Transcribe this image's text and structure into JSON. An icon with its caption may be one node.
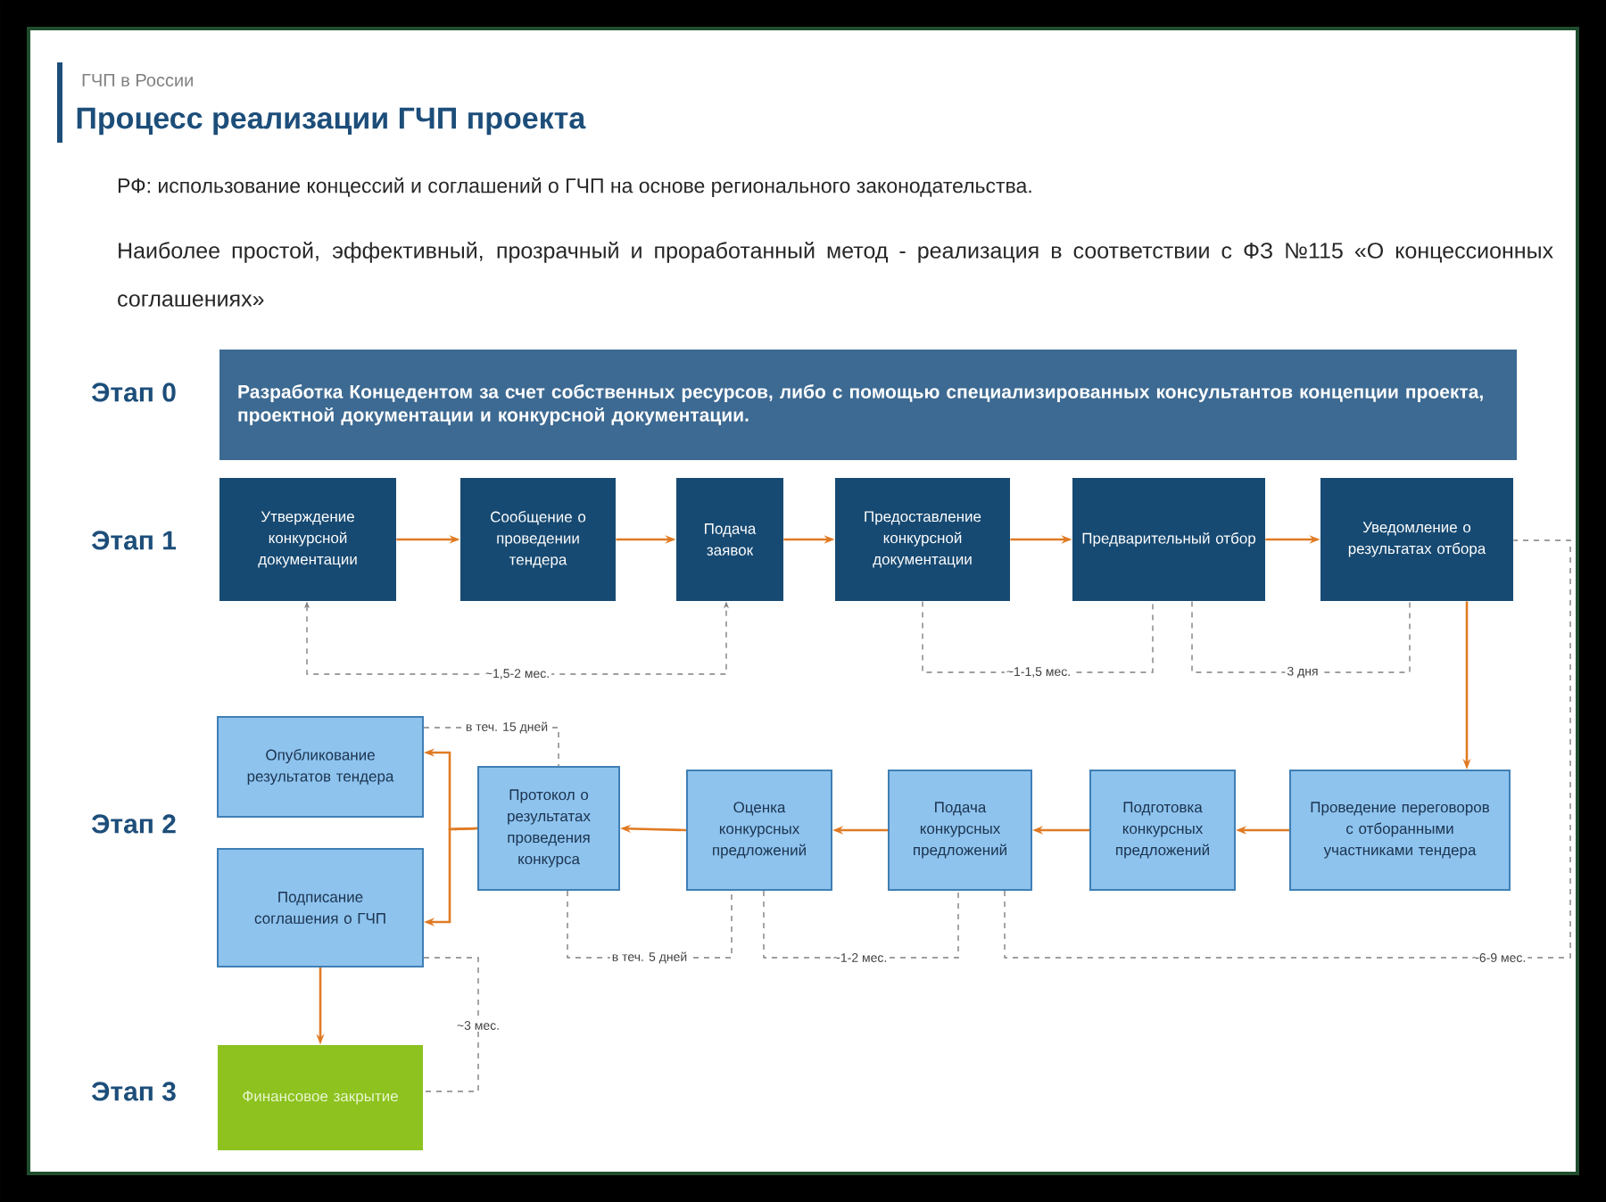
{
  "diagram": {
    "title": "Процесс реализации ГЧП проекта",
    "nodes": [
      {
        "text": [
          "Разработка Концедентом за счет собственных ресурсов, либо с помощью специализированных консультантов концепции проекта, проектной документации и конкурсной документации."
        ]
      },
      {
        "text": [
          "Утверждение конкурсной документации"
        ]
      },
      {
        "text": [
          "Сообщение о проведении тендера"
        ]
      },
      {
        "text": [
          "Подача заявок"
        ]
      },
      {
        "text": [
          "Предоставление конкурсной документации"
        ]
      },
      {
        "text": [
          "Предварительный отбор"
        ]
      },
      {
        "text": [
          "Уведомление о результатах отбора"
        ]
      },
      {
        "text": [
          "Опубликование результатов тендера"
        ]
      },
      {
        "text": [
          "Протокол о результатах проведения конкурса"
        ]
      },
      {
        "text": [
          "Оценка конкурсных предложений"
        ]
      },
      {
        "text": [
          "Подача конкурсных предложений"
        ]
      },
      {
        "text": [
          "Подготовка конкурсных предложений"
        ]
      },
      {
        "text": [
          "Проведение переговоров с отборанными участниками тендера"
        ]
      },
      {
        "text": [
          "Подписание соглашения о ГЧП"
        ]
      },
      {
        "text": [
          "Финансовое закрытие"
        ]
      }
    ],
    "edges": [
      {
        "from": 1,
        "to": 2,
        "arrow": "to"
      },
      {
        "from": 2,
        "to": 3,
        "arrow": "to"
      },
      {
        "from": 3,
        "to": 4,
        "arrow": "to"
      },
      {
        "from": 4,
        "to": 5,
        "arrow": "to"
      },
      {
        "from": 5,
        "to": 6,
        "arrow": "to"
      },
      {
        "from": 6,
        "to": 12,
        "arrow": "to"
      },
      {
        "from": 12,
        "to": 11,
        "arrow": "to"
      },
      {
        "from": 11,
        "to": 10,
        "arrow": "to"
      },
      {
        "from": 10,
        "to": 9,
        "arrow": "to"
      },
      {
        "from": 9,
        "to": 8,
        "arrow": "to"
      },
      {
        "from": 8,
        "to": 7,
        "arrow": "to"
      },
      {
        "from": 8,
        "to": 13,
        "arrow": "to"
      },
      {
        "from": 13,
        "to": 14,
        "arrow": "to"
      },
      {
        "from": 1,
        "to": 3,
        "arrow": "both",
        "label": "~1,5-2 мес.",
        "style": "dashed",
        "color": "#808080"
      },
      {
        "from": 4,
        "to": 5,
        "arrow": "none",
        "label": "~1-1,5 мес.",
        "style": "dashed",
        "color": "#808080"
      },
      {
        "from": 5,
        "to": 6,
        "arrow": "none",
        "label": "3 дня",
        "style": "dashed",
        "color": "#808080"
      },
      {
        "from": 7,
        "to": 8,
        "arrow": "none",
        "label": "в теч. 15 дней",
        "style": "dashed",
        "color": "#808080"
      },
      {
        "from": 8,
        "to": 9,
        "arrow": "none",
        "label": "в теч. 5 дней",
        "style": "dashed",
        "color": "#808080"
      },
      {
        "from": 9,
        "to": 10,
        "arrow": "none",
        "label": "~1-2 мес.",
        "style": "dashed",
        "color": "#808080"
      },
      {
        "from": 10,
        "to": 6,
        "arrow": "none",
        "label": "~6-9 мес.",
        "style": "dashed",
        "color": "#808080"
      },
      {
        "from": 13,
        "to": 14,
        "arrow": "none",
        "label": "~3 мес.",
        "style": "dashed",
        "color": "#808080"
      }
    ],
    "labels": [
      "ГЧП в России",
      "РФ: использование концессий и соглашений о ГЧП на основе регионального законодательства.",
      "Наиболее простой, эффективный, прозрачный и проработанный метод - реализация в соответствии с ФЗ №115 «О концессионных соглашениях»",
      "Этап 0",
      "Этап 1",
      "Этап 2",
      "Этап 3"
    ]
  }
}
